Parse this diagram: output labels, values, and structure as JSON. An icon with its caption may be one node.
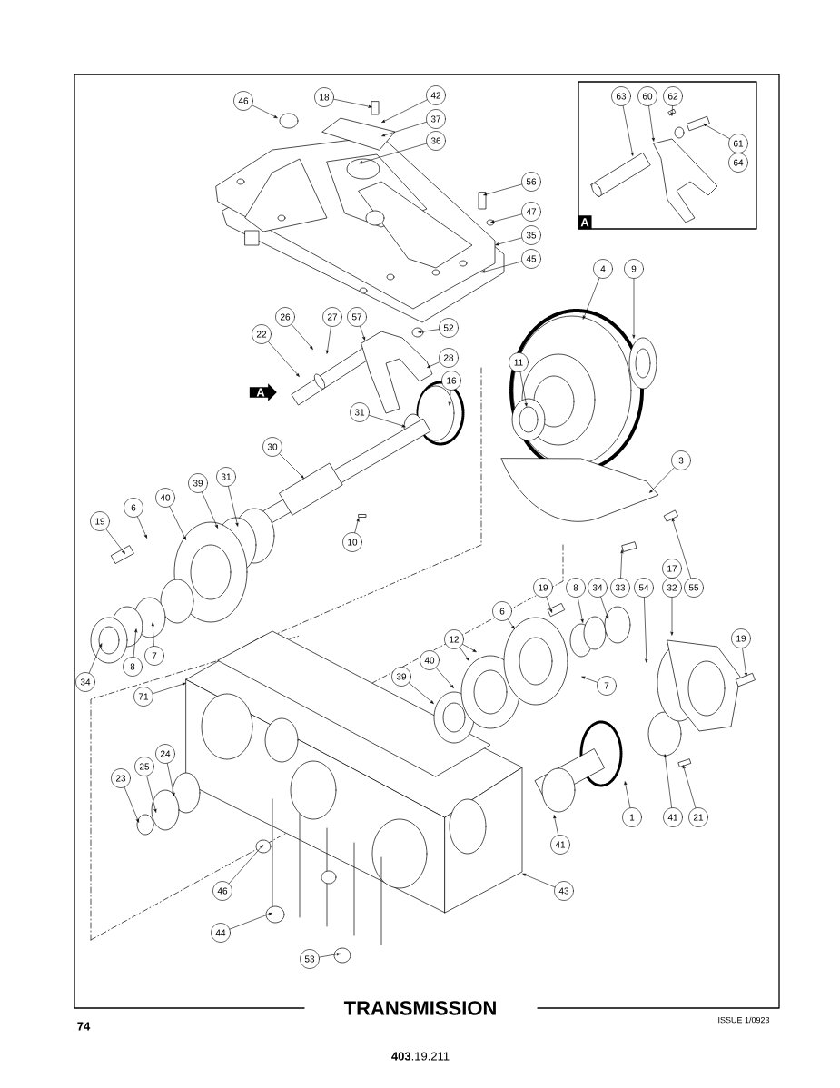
{
  "diagram": {
    "title": "TRANSMISSION",
    "nodes": [
      {
        "text": [
          "A"
        ]
      },
      {
        "text": [
          "46"
        ]
      },
      {
        "text": [
          "18"
        ]
      },
      {
        "text": [
          "42"
        ]
      },
      {
        "text": [
          "37"
        ]
      },
      {
        "text": [
          "36"
        ]
      },
      {
        "text": [
          "63"
        ],
        "in": 0
      },
      {
        "text": [
          "60"
        ],
        "in": 0
      },
      {
        "text": [
          "62"
        ],
        "in": 0
      },
      {
        "text": [
          "61"
        ],
        "in": 0
      },
      {
        "text": [
          "64"
        ],
        "in": 0
      },
      {
        "text": [
          "56"
        ]
      },
      {
        "text": [
          "47"
        ]
      },
      {
        "text": [
          "35"
        ]
      },
      {
        "text": [
          "45"
        ]
      },
      {
        "text": [
          "4"
        ]
      },
      {
        "text": [
          "9"
        ]
      },
      {
        "text": [
          "26"
        ]
      },
      {
        "text": [
          "27"
        ]
      },
      {
        "text": [
          "57"
        ]
      },
      {
        "text": [
          "52"
        ]
      },
      {
        "text": [
          "22"
        ]
      },
      {
        "text": [
          "28"
        ]
      },
      {
        "text": [
          "16"
        ]
      },
      {
        "text": [
          "11"
        ]
      },
      {
        "text": [
          "31"
        ]
      },
      {
        "text": [
          "30"
        ]
      },
      {
        "text": [
          "3"
        ]
      },
      {
        "text": [
          "39"
        ]
      },
      {
        "text": [
          "31"
        ]
      },
      {
        "text": [
          "40"
        ]
      },
      {
        "text": [
          "6"
        ]
      },
      {
        "text": [
          "19"
        ]
      },
      {
        "text": [
          "10"
        ]
      },
      {
        "text": [
          "34"
        ]
      },
      {
        "text": [
          "8"
        ]
      },
      {
        "text": [
          "7"
        ]
      },
      {
        "text": [
          "71"
        ]
      },
      {
        "text": [
          "23"
        ]
      },
      {
        "text": [
          "25"
        ]
      },
      {
        "text": [
          "24"
        ]
      },
      {
        "text": [
          "46"
        ]
      },
      {
        "text": [
          "44"
        ]
      },
      {
        "text": [
          "53"
        ]
      },
      {
        "text": [
          "19"
        ]
      },
      {
        "text": [
          "8"
        ]
      },
      {
        "text": [
          "34"
        ]
      },
      {
        "text": [
          "33"
        ]
      },
      {
        "text": [
          "54"
        ]
      },
      {
        "text": [
          "17"
        ]
      },
      {
        "text": [
          "32"
        ]
      },
      {
        "text": [
          "55"
        ]
      },
      {
        "text": [
          "12"
        ]
      },
      {
        "text": [
          "6"
        ]
      },
      {
        "text": [
          "40"
        ]
      },
      {
        "text": [
          "39"
        ]
      },
      {
        "text": [
          "7"
        ]
      },
      {
        "text": [
          "19"
        ]
      },
      {
        "text": [
          "1"
        ]
      },
      {
        "text": [
          "41"
        ]
      },
      {
        "text": [
          "21"
        ]
      },
      {
        "text": [
          "41"
        ]
      },
      {
        "text": [
          "43"
        ]
      }
    ],
    "edges": [
      {
        "from": 1,
        "to": null,
        "arrow": "to"
      },
      {
        "from": 2,
        "to": null,
        "arrow": "to"
      },
      {
        "from": 3,
        "to": null,
        "arrow": "to"
      },
      {
        "from": 4,
        "to": null,
        "arrow": "to"
      },
      {
        "from": 5,
        "to": null,
        "arrow": "to"
      },
      {
        "from": 6,
        "to": null,
        "arrow": "to"
      },
      {
        "from": 7,
        "to": null,
        "arrow": "to"
      },
      {
        "from": 8,
        "to": null,
        "arrow": "to"
      },
      {
        "from": 9,
        "to": null,
        "arrow": "to"
      },
      {
        "from": 11,
        "to": null,
        "arrow": "to"
      },
      {
        "from": 12,
        "to": null,
        "arrow": "to"
      },
      {
        "from": 13,
        "to": null,
        "arrow": "to"
      },
      {
        "from": 14,
        "to": null,
        "arrow": "to"
      },
      {
        "from": 15,
        "to": null,
        "arrow": "to"
      },
      {
        "from": 16,
        "to": null,
        "arrow": "to"
      },
      {
        "from": 17,
        "to": null,
        "arrow": "to"
      },
      {
        "from": 18,
        "to": null,
        "arrow": "to"
      },
      {
        "from": 19,
        "to": null,
        "arrow": "to"
      },
      {
        "from": 20,
        "to": null,
        "arrow": "to"
      },
      {
        "from": 21,
        "to": null,
        "arrow": "to"
      },
      {
        "from": 22,
        "to": null,
        "arrow": "to"
      },
      {
        "from": 23,
        "to": null,
        "arrow": "to"
      },
      {
        "from": 24,
        "to": null,
        "arrow": "to"
      },
      {
        "from": 25,
        "to": null,
        "arrow": "to"
      },
      {
        "from": 26,
        "to": null,
        "arrow": "to"
      },
      {
        "from": 27,
        "to": null,
        "arrow": "to"
      },
      {
        "from": 28,
        "to": null,
        "arrow": "to"
      },
      {
        "from": 29,
        "to": null,
        "arrow": "to"
      },
      {
        "from": 30,
        "to": null,
        "arrow": "to"
      },
      {
        "from": 31,
        "to": null,
        "arrow": "to"
      },
      {
        "from": 32,
        "to": null,
        "arrow": "to"
      },
      {
        "from": 33,
        "to": null,
        "arrow": "to"
      },
      {
        "from": 34,
        "to": null,
        "arrow": "to"
      },
      {
        "from": 35,
        "to": null,
        "arrow": "to"
      },
      {
        "from": 36,
        "to": null,
        "arrow": "to"
      },
      {
        "from": 37,
        "to": null,
        "arrow": "to"
      },
      {
        "from": 38,
        "to": null,
        "arrow": "to"
      },
      {
        "from": 39,
        "to": null,
        "arrow": "to"
      },
      {
        "from": 40,
        "to": null,
        "arrow": "to"
      },
      {
        "from": 41,
        "to": null,
        "arrow": "to"
      },
      {
        "from": 42,
        "to": null,
        "arrow": "to"
      },
      {
        "from": 43,
        "to": null,
        "arrow": "to"
      },
      {
        "from": 44,
        "to": null,
        "arrow": "to"
      },
      {
        "from": 45,
        "to": null,
        "arrow": "to"
      },
      {
        "from": 46,
        "to": null,
        "arrow": "to"
      },
      {
        "from": 47,
        "to": null,
        "arrow": "to"
      },
      {
        "from": 48,
        "to": null,
        "arrow": "to"
      },
      {
        "from": 50,
        "to": null,
        "arrow": "to"
      },
      {
        "from": 51,
        "to": null,
        "arrow": "to"
      },
      {
        "from": 52,
        "to": null,
        "arrow": "to"
      },
      {
        "from": 52,
        "to": null,
        "arrow": "to"
      },
      {
        "from": 53,
        "to": null,
        "arrow": "to"
      },
      {
        "from": 54,
        "to": null,
        "arrow": "to"
      },
      {
        "from": 55,
        "to": null,
        "arrow": "to"
      },
      {
        "from": 56,
        "to": null,
        "arrow": "to"
      },
      {
        "from": 57,
        "to": null,
        "arrow": "to"
      },
      {
        "from": 58,
        "to": null,
        "arrow": "to"
      },
      {
        "from": 59,
        "to": null,
        "arrow": "to"
      },
      {
        "from": 60,
        "to": null,
        "arrow": "to"
      },
      {
        "from": 61,
        "to": null,
        "arrow": "to"
      },
      {
        "from": 62,
        "to": null,
        "arrow": "to"
      }
    ],
    "labels": [
      "A",
      "74",
      "ISSUE 1/0923",
      "**403**.19.211"
    ]
  }
}
